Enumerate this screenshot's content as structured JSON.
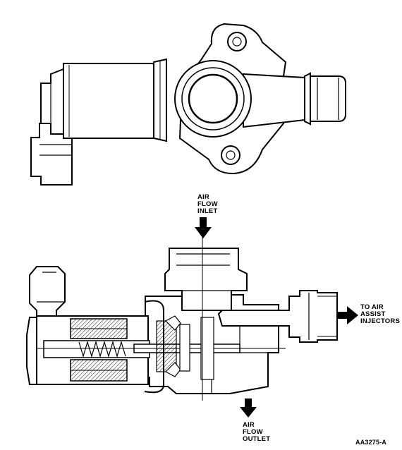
{
  "labels": {
    "inlet": [
      "AIR",
      "FLOW",
      "INLET"
    ],
    "injectors": [
      "TO AIR",
      "ASSIST",
      "INJECTORS"
    ],
    "outlet": [
      "AIR",
      "FLOW",
      "OUTLET"
    ],
    "figure_code": "AA3275-A"
  },
  "icons": [
    "arrow-down-icon",
    "arrow-right-icon"
  ]
}
